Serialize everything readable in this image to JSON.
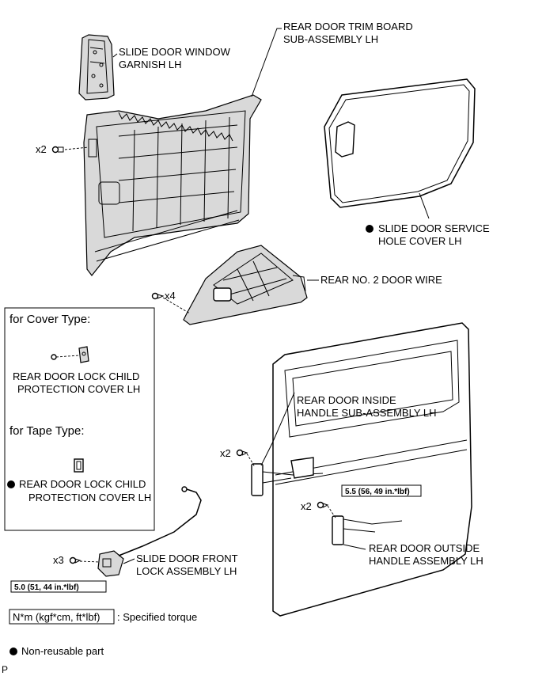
{
  "labels": {
    "window_garnish": [
      "SLIDE DOOR WINDOW",
      "GARNISH LH"
    ],
    "trim_board": [
      "REAR DOOR TRIM BOARD",
      "SUB-ASSEMBLY LH"
    ],
    "service_hole_cover": [
      "SLIDE DOOR SERVICE",
      "HOLE COVER LH"
    ],
    "door_wire": "REAR NO. 2 DOOR WIRE",
    "inside_handle": [
      "REAR DOOR INSIDE",
      "HANDLE SUB-ASSEMBLY LH"
    ],
    "outside_handle": [
      "REAR DOOR OUTSIDE",
      "HANDLE ASSEMBLY LH"
    ],
    "front_lock": [
      "SLIDE DOOR FRONT",
      "LOCK ASSEMBLY LH"
    ]
  },
  "quantities": {
    "trim_clip": "x2",
    "wire_screws": "x4",
    "inside_handle_bolts": "x2",
    "outside_handle_bolts": "x2",
    "lock_screws": "x3"
  },
  "torques": {
    "outside_handle": "5.5 (56, 49 in.*lbf)",
    "front_lock": "5.0 (51, 44 in.*lbf)"
  },
  "inset": {
    "cover_type_title": "for Cover Type:",
    "cover_label": [
      "REAR DOOR LOCK CHILD",
      "PROTECTION COVER LH"
    ],
    "tape_type_title": "for Tape Type:",
    "tape_label": [
      "REAR DOOR LOCK CHILD",
      "PROTECTION COVER LH"
    ]
  },
  "legend": {
    "torque_units": "N*m (kgf*cm, ft*lbf)",
    "torque_desc": ": Specified torque",
    "non_reusable": "Non-reusable part"
  },
  "footer_code": "P"
}
